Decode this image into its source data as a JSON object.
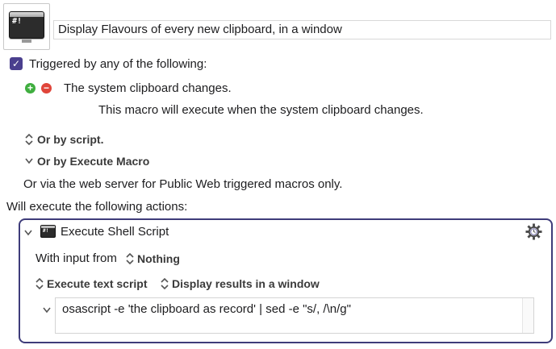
{
  "macro": {
    "name": "Display Flavours of every new clipboard, in a window",
    "icon": "terminal-icon"
  },
  "triggers": {
    "header": "Triggered by any of the following:",
    "checked": true,
    "trigger_item": "The system clipboard changes.",
    "trigger_description": "This macro will execute when the system clipboard changes.",
    "or_by_script": "Or by script.",
    "or_by_execute_macro": "Or by Execute Macro",
    "web_server_note": "Or via the web server for Public Web triggered macros only."
  },
  "actions": {
    "header": "Will execute the following actions:",
    "action": {
      "title": "Execute Shell Script",
      "input_label": "With input from",
      "input_value": "Nothing",
      "mode": "Execute text script",
      "output": "Display results in a window",
      "script": "osascript -e 'the clipboard as record' | sed -e \"s/, /\\n/g\""
    }
  },
  "colors": {
    "accent": "#3e3c7a",
    "checkbox": "#4a3f8e",
    "add": "#3fae3f",
    "remove": "#e0453a"
  }
}
